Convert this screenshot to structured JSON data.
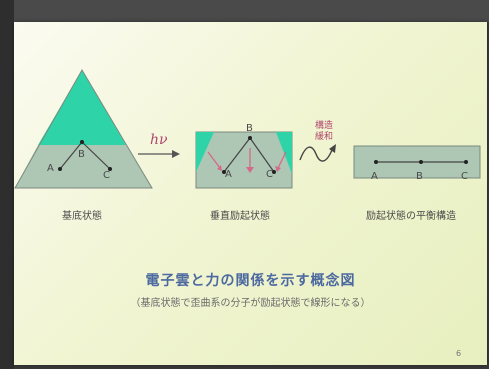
{
  "diagram": {
    "hv_label": "hν",
    "relax_label_line1": "構造",
    "relax_label_line2": "緩和",
    "atom_A": "A",
    "atom_B": "B",
    "atom_C": "C"
  },
  "captions": {
    "ground_state": "基底状態",
    "vertical_excited_state": "垂直励起状態",
    "excited_equilibrium": "励起状態の平衡構造"
  },
  "title": "電子雲と力の関係を示す概念図",
  "subtitle": "（基底状態で歪曲系の分子が励起状態で線形になる）",
  "page_number": "6",
  "colors": {
    "teal": "#2fd3a8",
    "gray": "#aec6b4",
    "arrow": "#555555",
    "pink_arrow": "#d46a8a",
    "title": "#4d6aa0"
  }
}
